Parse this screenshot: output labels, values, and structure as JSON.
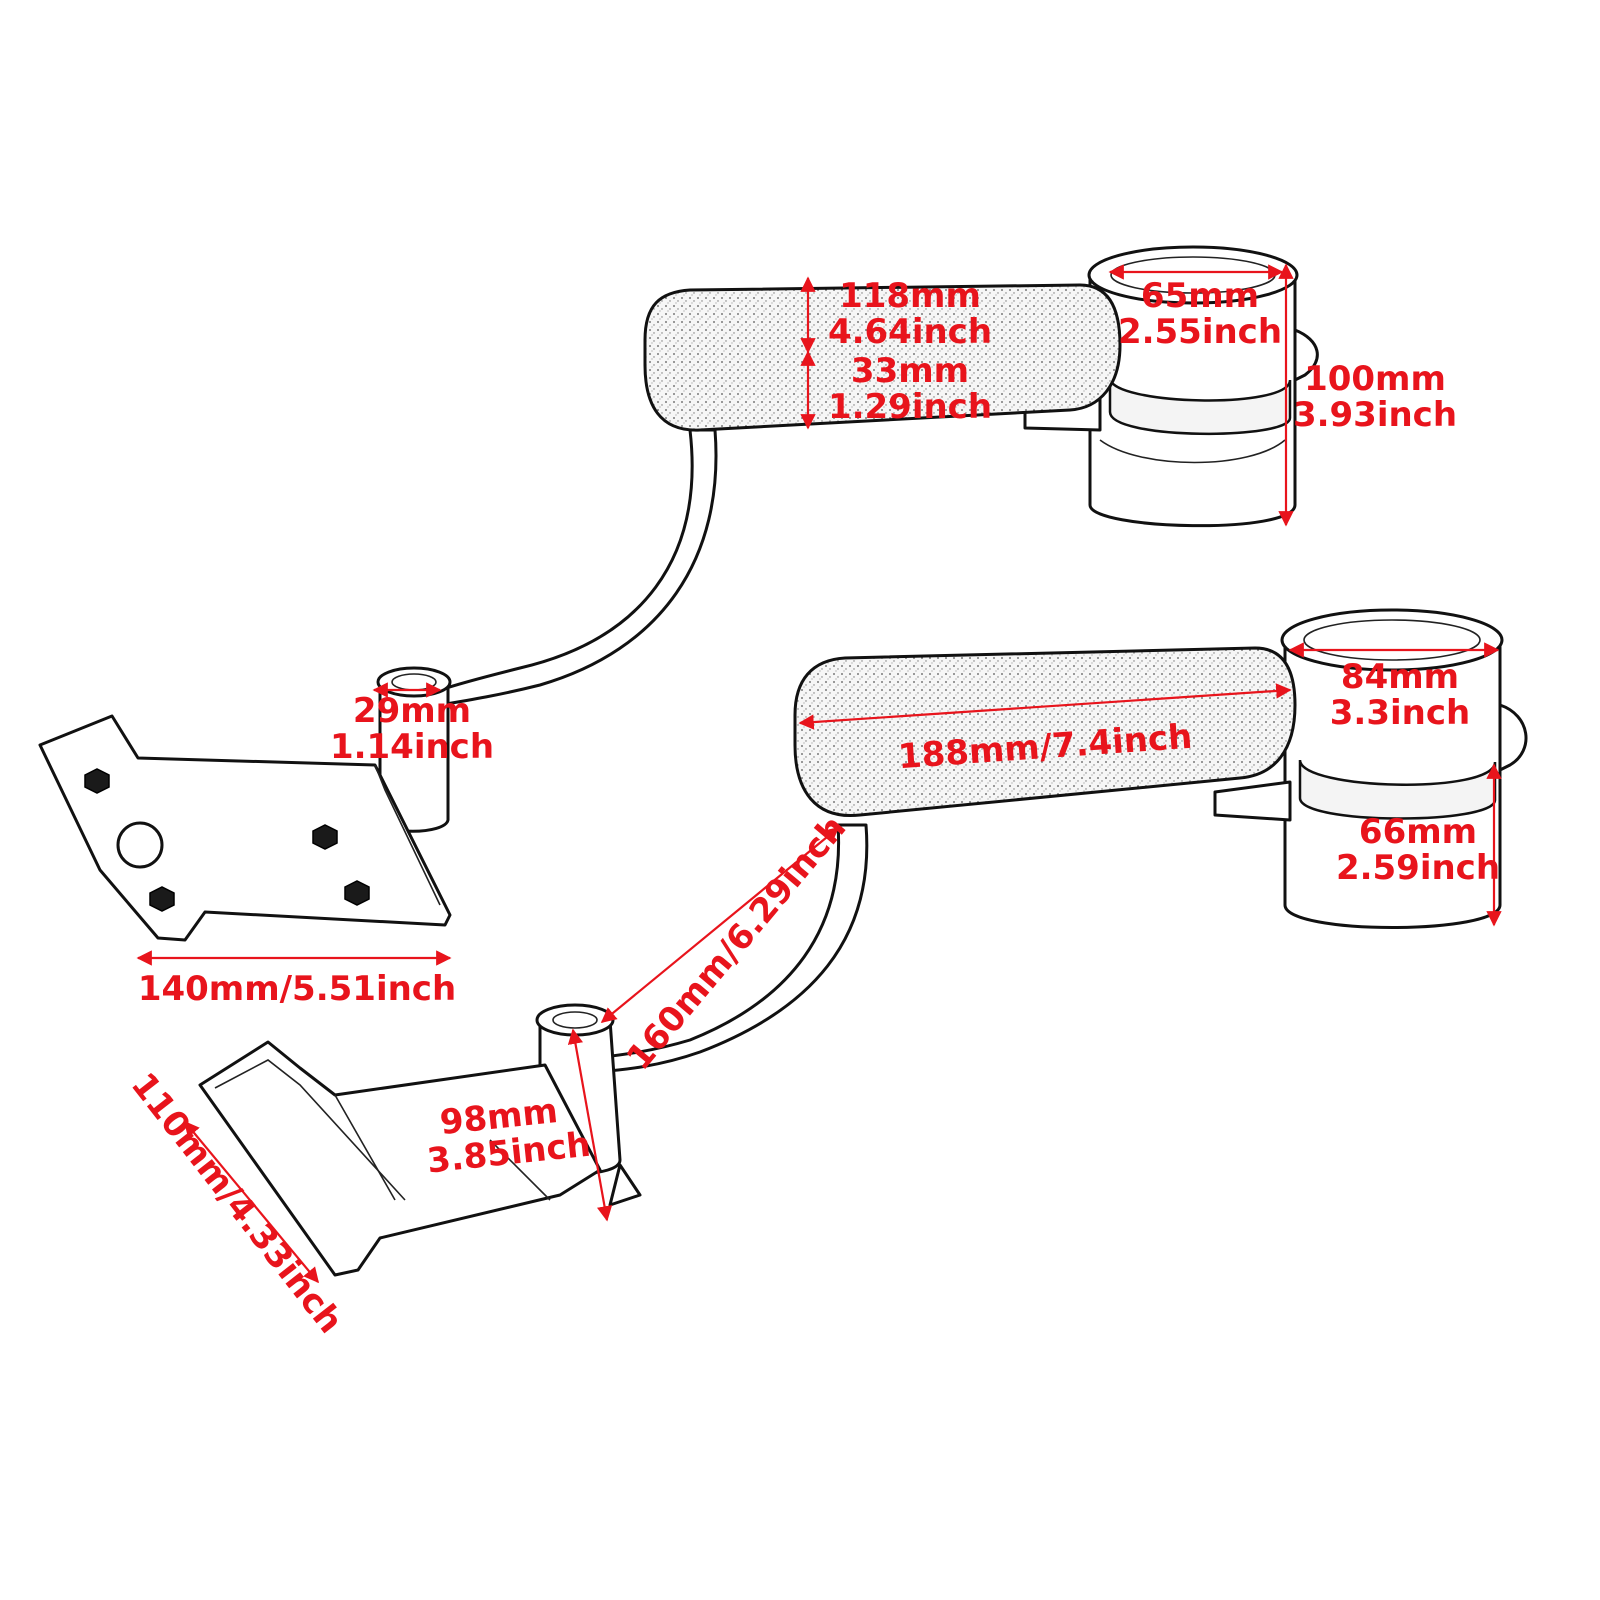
{
  "colors": {
    "dimension": "#e8141c",
    "outline": "#111111",
    "background": "#ffffff"
  },
  "labels": {
    "top_pad_width": {
      "mm": "118mm",
      "inch": "4.64inch"
    },
    "top_pad_thickness": {
      "mm": "33mm",
      "inch": "1.29inch"
    },
    "top_cup_diameter": {
      "mm": "65mm",
      "inch": "2.55inch"
    },
    "top_cup_height": {
      "mm": "100mm",
      "inch": "3.93inch"
    },
    "top_pivot": {
      "mm": "29mm",
      "inch": "1.14inch"
    },
    "top_bracket_width": {
      "text": "140mm/5.51inch"
    },
    "bottom_cup_diameter": {
      "mm": "84mm",
      "inch": "3.3inch"
    },
    "bottom_pad_length": {
      "text": "188mm/7.4inch"
    },
    "bottom_cup_height": {
      "mm": "66mm",
      "inch": "2.59inch"
    },
    "bottom_arm_length": {
      "text": "160mm/6.29inch"
    },
    "bottom_pivot_height": {
      "mm": "98mm",
      "inch": "3.85inch"
    },
    "bottom_bracket_length": {
      "text": "110mm/4.33inch"
    }
  }
}
